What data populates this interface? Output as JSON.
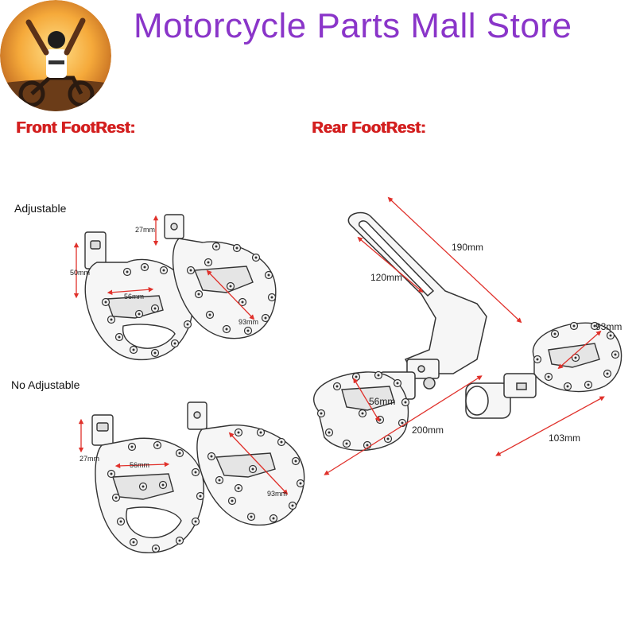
{
  "header": {
    "store_name": "Motorcycle Parts Mall Store"
  },
  "sections": {
    "front_label": "Front FootRest:",
    "rear_label": "Rear FootRest:",
    "adjustable_label": "Adjustable",
    "no_adjustable_label": "No Adjustable"
  },
  "dimensions": {
    "adj_27": "27mm",
    "adj_50": "50mm",
    "adj_56": "56mm",
    "adj_93": "93mm",
    "noadj_27": "27mm",
    "noadj_56": "56mm",
    "noadj_93": "93mm",
    "rear_190": "190mm",
    "rear_120": "120mm",
    "rear_56": "56mm",
    "rear_200": "200mm",
    "rear_93": "93mm",
    "rear_103": "103mm"
  },
  "colors": {
    "title": "#8a35c9",
    "section_label": "#d31f1f",
    "dimension_arrow": "#e0312b"
  }
}
